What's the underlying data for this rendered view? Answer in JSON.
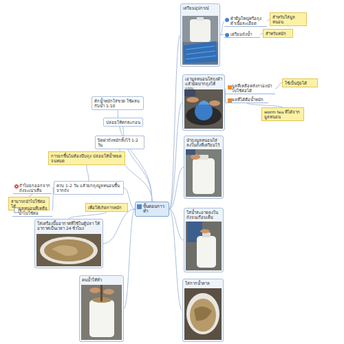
{
  "diagram": {
    "nodes": [
      {
        "text": [
          "ขั้นตอนการทำ"
        ]
      },
      {
        "text": [
          "เตรียมอุปกรณ์"
        ]
      },
      {
        "text": [
          "ผ้าผืนใหญ่หรือถุงผ้าเนื้อละเอียด"
        ]
      },
      {
        "text": [
          "สำหรับใส่มูลหนอน"
        ]
      },
      {
        "text": [
          "เตรียมถังน้ำ"
        ]
      },
      {
        "text": [
          "สำหรับหมัก"
        ]
      },
      {
        "text": [
          "เอามูลหนอนใส่ถุงผ้าแล้วมัดปากถุงให้แน่น"
        ]
      },
      {
        "text": [
          "มูลที่เหลือหลังกรองนำไปใช้ต่อได้"
        ]
      },
      {
        "text": [
          "ใช้เป็นปุ๋ยได้"
        ]
      },
      {
        "text": [
          "ผลที่ได้คือน้ำหมัก"
        ]
      },
      {
        "text": [
          "worm tea ที่ได้จากมูลหนอน"
        ]
      },
      {
        "text": [
          "นำถุงมูลหนอนใส่ลงในถังที่เตรียมไว้"
        ]
      },
      {
        "text": [
          "ใส่น้ำสะอาดลงในถังจนเกือบเต็ม"
        ]
      },
      {
        "text": [
          "ใส่กากน้ำตาล"
        ]
      },
      {
        "text": [
          "ตักน้ำหมักใส่ขวด ใช้ผสมกับน้ำ 1:10"
        ]
      },
      {
        "text": [
          "ปล่อยให้ตกตะกอน"
        ]
      },
      {
        "text": [
          "ปิดฝาถังหมักทิ้งไว้ 1-2 วัน"
        ]
      },
      {
        "text": [
          "ครบ 1-2 วัน แล้วยกถุงมูลหนอนขึ้นจากถัง"
        ]
      },
      {
        "text": [
          "การยกขึ้นไม่ต้องบีบถุง ปล่อยให้น้ำหยดจนหมด"
        ]
      },
      {
        "text": [
          "ถ้าไม่ยกออกจากถังจะเน่าเสีย"
        ]
      },
      {
        "text": [
          "สามารถนำไปใช้ต่อได้"
        ]
      },
      {
        "text": [
          "มูลหนอนที่เหลือนำไปใช้ต่อ"
        ]
      },
      {
        "text": [
          "ใส่เครื่องปั๊มอากาศที่ใช้ในตู้ปลา ให้อากาศเป็นเวลา 24 ชั่วโมง"
        ]
      },
      {
        "text": [
          "เพื่อให้เกิดการหมัก"
        ]
      },
      {
        "text": [
          "คนน้ำให้ทั่ว"
        ]
      }
    ],
    "edges": [
      {
        "from": 0,
        "to": 1,
        "arrow": "none"
      },
      {
        "from": 1,
        "to": 2,
        "arrow": "none"
      },
      {
        "from": 2,
        "to": 3,
        "arrow": "none"
      },
      {
        "from": 1,
        "to": 4,
        "arrow": "none"
      },
      {
        "from": 4,
        "to": 5,
        "arrow": "none"
      },
      {
        "from": 0,
        "to": 6,
        "arrow": "none"
      },
      {
        "from": 6,
        "to": 7,
        "arrow": "none"
      },
      {
        "from": 7,
        "to": 8,
        "arrow": "none"
      },
      {
        "from": 6,
        "to": 9,
        "arrow": "none"
      },
      {
        "from": 9,
        "to": 10,
        "arrow": "none"
      },
      {
        "from": 0,
        "to": 11,
        "arrow": "none"
      },
      {
        "from": 0,
        "to": 12,
        "arrow": "none"
      },
      {
        "from": 0,
        "to": 13,
        "arrow": "none"
      },
      {
        "from": 0,
        "to": 14,
        "arrow": "none"
      },
      {
        "from": 0,
        "to": 15,
        "arrow": "none"
      },
      {
        "from": 0,
        "to": 16,
        "arrow": "none"
      },
      {
        "from": 0,
        "to": 17,
        "arrow": "none"
      },
      {
        "from": 17,
        "to": 18,
        "arrow": "none"
      },
      {
        "from": 17,
        "to": 19,
        "arrow": "none"
      },
      {
        "from": 19,
        "to": 20,
        "arrow": "none"
      },
      {
        "from": 17,
        "to": 21,
        "arrow": "none"
      },
      {
        "from": 0,
        "to": 22,
        "arrow": "none"
      },
      {
        "from": 22,
        "to": 23,
        "arrow": "none"
      },
      {
        "from": 0,
        "to": 24,
        "arrow": "none"
      }
    ]
  }
}
